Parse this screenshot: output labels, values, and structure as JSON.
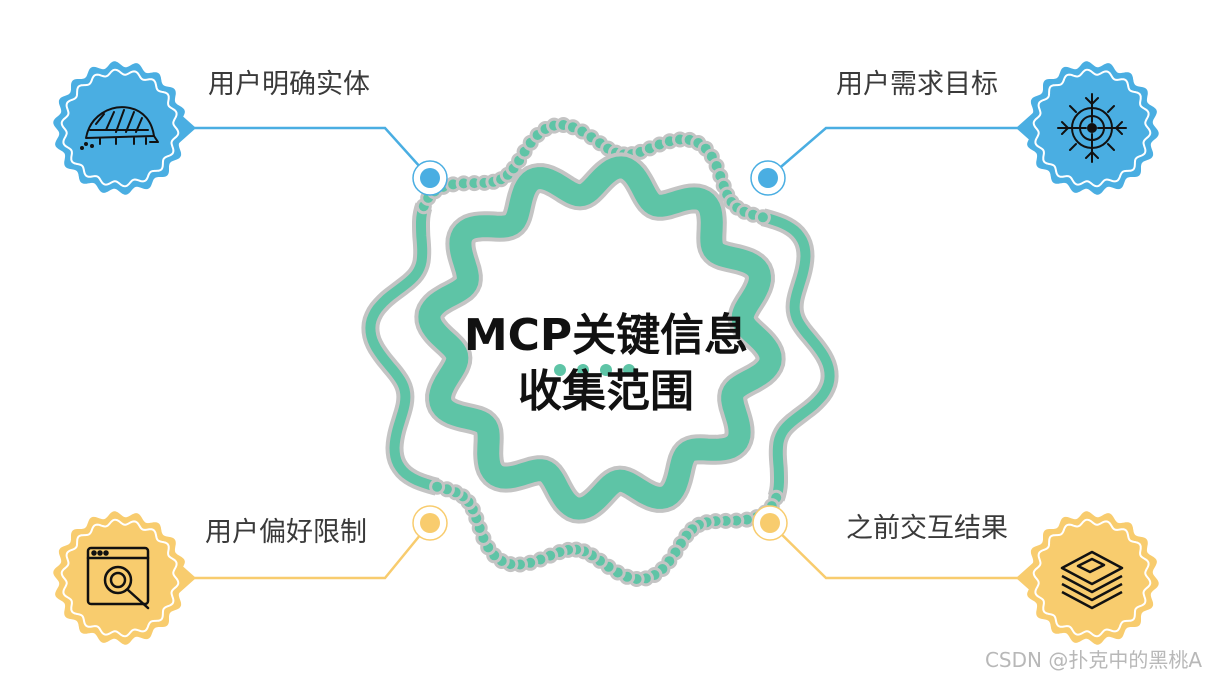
{
  "title_lines": [
    "MCP关键信息",
    "收集范围"
  ],
  "nodes": [
    {
      "label": "用户明确实体",
      "icon": "armadillo-icon",
      "color": "#4aaee2"
    },
    {
      "label": "用户需求目标",
      "icon": "target-icon",
      "color": "#4aaee2"
    },
    {
      "label": "用户偏好限制",
      "icon": "browser-search-icon",
      "color": "#f8cc6e"
    },
    {
      "label": "之前交互结果",
      "icon": "layers-icon",
      "color": "#f8cc6e"
    }
  ],
  "colors": {
    "ring": "#5ec4a6",
    "ring_shadow": "#c4c4c4",
    "blue": "#4aaee2",
    "yellow": "#f8cc6e"
  },
  "watermark": "CSDN @扑克中的黑桃A"
}
